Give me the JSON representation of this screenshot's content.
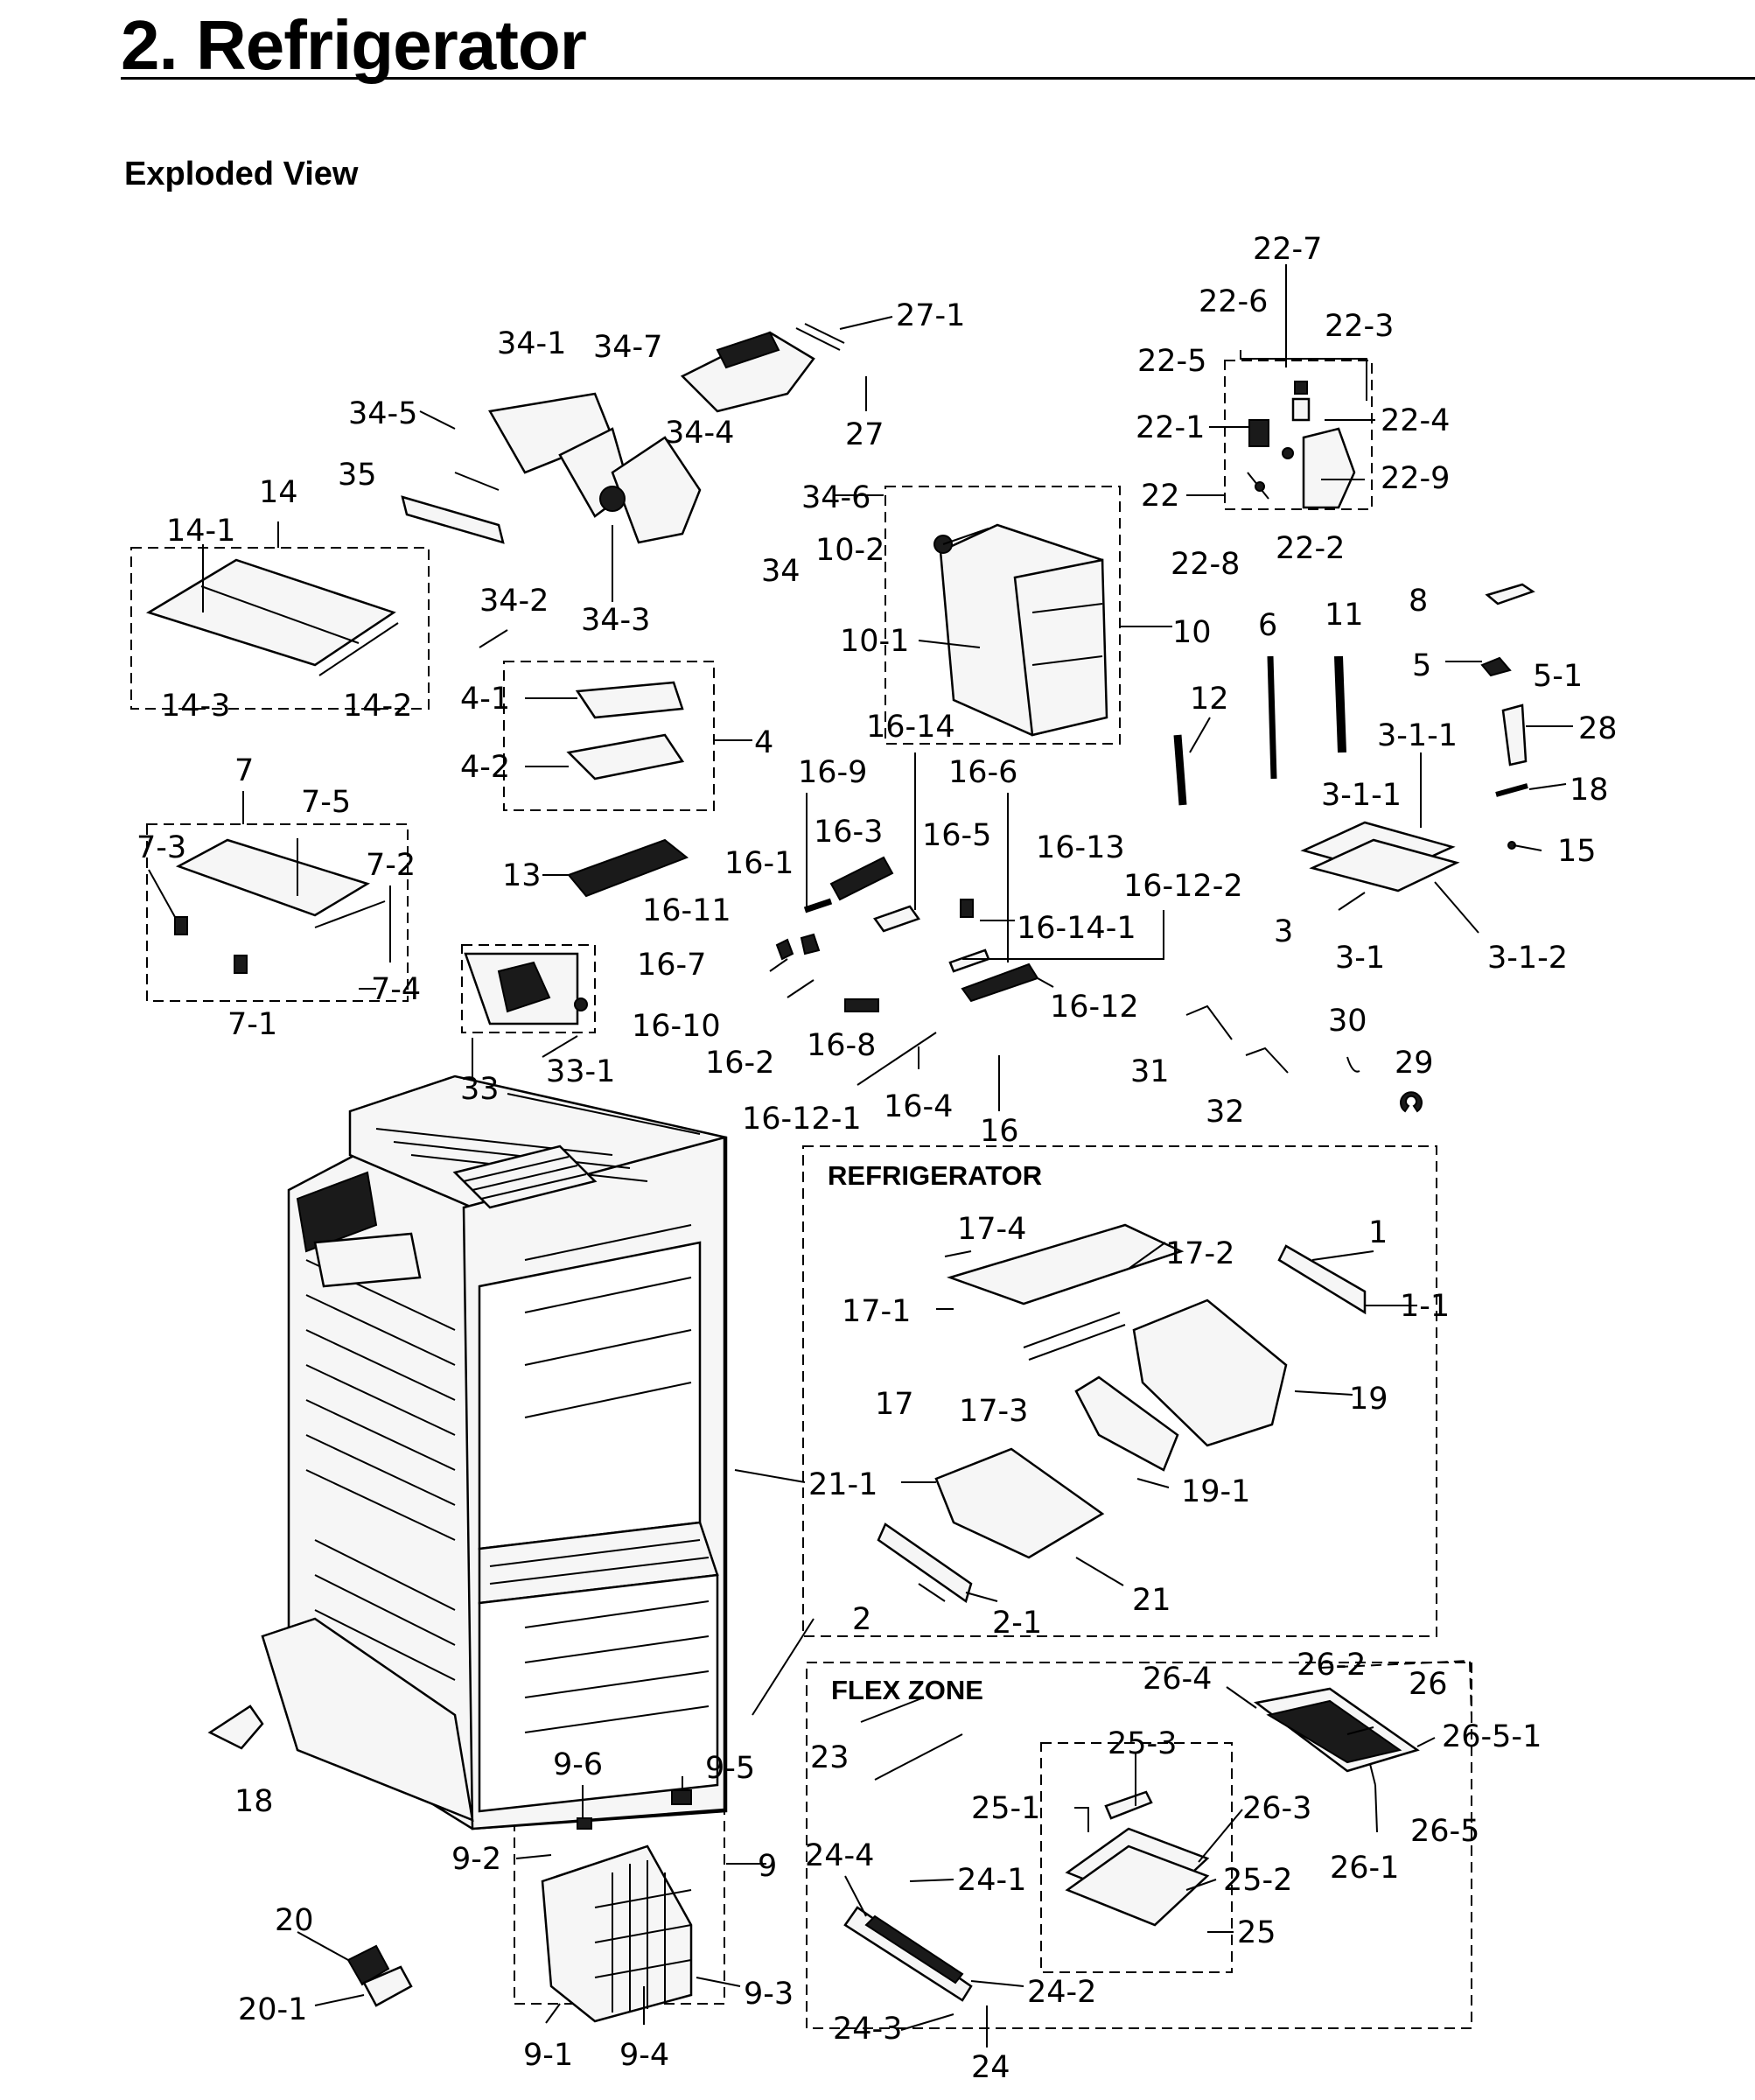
{
  "header": {
    "title": "2.  Refrigerator",
    "section": "Exploded View"
  },
  "boxes": {
    "refrigerator": "REFRIGERATOR",
    "flex_zone": "FLEX ZONE"
  },
  "labels": {
    "l_22_7": "22-7",
    "l_22_6": "22-6",
    "l_22_3": "22-3",
    "l_22_5": "22-5",
    "l_22_1": "22-1",
    "l_22_4": "22-4",
    "l_22": "22",
    "l_22_9": "22-9",
    "l_22_8": "22-8",
    "l_22_2": "22-2",
    "l_27_1": "27-1",
    "l_27": "27",
    "l_34_1": "34-1",
    "l_34_7": "34-7",
    "l_34_5": "34-5",
    "l_34_4": "34-4",
    "l_34_6": "34-6",
    "l_34_2": "34-2",
    "l_34_3": "34-3",
    "l_34": "34",
    "l_35": "35",
    "l_14": "14",
    "l_14_1": "14-1",
    "l_14_3": "14-3",
    "l_14_2": "14-2",
    "l_10_2": "10-2",
    "l_10_1": "10-1",
    "l_10": "10",
    "l_4_1": "4-1",
    "l_4_2": "4-2",
    "l_4": "4",
    "l_13": "13",
    "l_6": "6",
    "l_11": "11",
    "l_12": "12",
    "l_8": "8",
    "l_5": "5",
    "l_5_1": "5-1",
    "l_28": "28",
    "l_18a": "18",
    "l_15": "15",
    "l_3_1_1a": "3-1-1",
    "l_3_1_1b": "3-1-1",
    "l_3": "3",
    "l_3_1": "3-1",
    "l_3_1_2": "3-1-2",
    "l_7": "7",
    "l_7_5": "7-5",
    "l_7_3": "7-3",
    "l_7_2": "7-2",
    "l_7_4": "7-4",
    "l_7_1": "7-1",
    "l_16_14": "16-14",
    "l_16_9": "16-9",
    "l_16_6": "16-6",
    "l_16_3": "16-3",
    "l_16_5": "16-5",
    "l_16_13": "16-13",
    "l_16_1": "16-1",
    "l_16_12_2": "16-12-2",
    "l_16_11": "16-11",
    "l_16_14_1": "16-14-1",
    "l_16_7": "16-7",
    "l_16_10": "16-10",
    "l_16_12": "16-12",
    "l_16_8": "16-8",
    "l_16_2": "16-2",
    "l_16_12_1": "16-12-1",
    "l_16_4": "16-4",
    "l_16": "16",
    "l_33": "33",
    "l_33_1": "33-1",
    "l_31": "31",
    "l_32": "32",
    "l_30": "30",
    "l_29": "29",
    "l_17_4": "17-4",
    "l_17_2": "17-2",
    "l_1": "1",
    "l_1_1": "1-1",
    "l_17_1": "17-1",
    "l_17": "17",
    "l_17_3": "17-3",
    "l_19": "19",
    "l_21_1": "21-1",
    "l_19_1": "19-1",
    "l_2": "2",
    "l_2_1": "2-1",
    "l_21": "21",
    "l_26_4": "26-4",
    "l_26_2": "26-2",
    "l_26": "26",
    "l_23": "23",
    "l_26_5_1": "26-5-1",
    "l_25_3": "25-3",
    "l_25_1": "25-1",
    "l_26_3": "26-3",
    "l_26_5": "26-5",
    "l_25_2": "25-2",
    "l_26_1": "26-1",
    "l_24_4": "24-4",
    "l_24_1": "24-1",
    "l_25": "25",
    "l_24_2": "24-2",
    "l_24_3": "24-3",
    "l_24": "24",
    "l_18b": "18",
    "l_9_6": "9-6",
    "l_9_5": "9-5",
    "l_9_2": "9-2",
    "l_9": "9",
    "l_9_3": "9-3",
    "l_9_1": "9-1",
    "l_9_4": "9-4",
    "l_20": "20",
    "l_20_1": "20-1"
  }
}
